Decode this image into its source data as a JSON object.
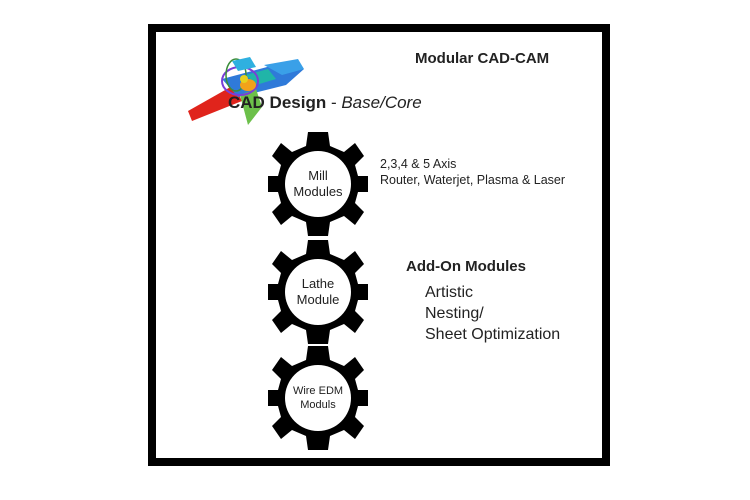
{
  "title": "Modular CAD-CAM",
  "core": {
    "label": "CAD Design",
    "separator": " - ",
    "sublabel": "Base/Core"
  },
  "gears": [
    {
      "line1": "Mill",
      "line2": "Modules"
    },
    {
      "line1": "Lathe",
      "line2": "Module"
    },
    {
      "line1": "Wire EDM",
      "line2": "Moduls"
    }
  ],
  "mill_details": [
    "2,3,4 & 5 Axis",
    "Router, Waterjet, Plasma & Laser"
  ],
  "addons": {
    "title": "Add-On Modules",
    "items": [
      "Artistic",
      "Nesting/",
      "Sheet Optimization"
    ]
  },
  "icons": {
    "logo": "cad-model-icon",
    "gear": "gear-icon"
  },
  "colors": {
    "frame": "#000000",
    "gear": "#000000",
    "text": "#222222"
  }
}
